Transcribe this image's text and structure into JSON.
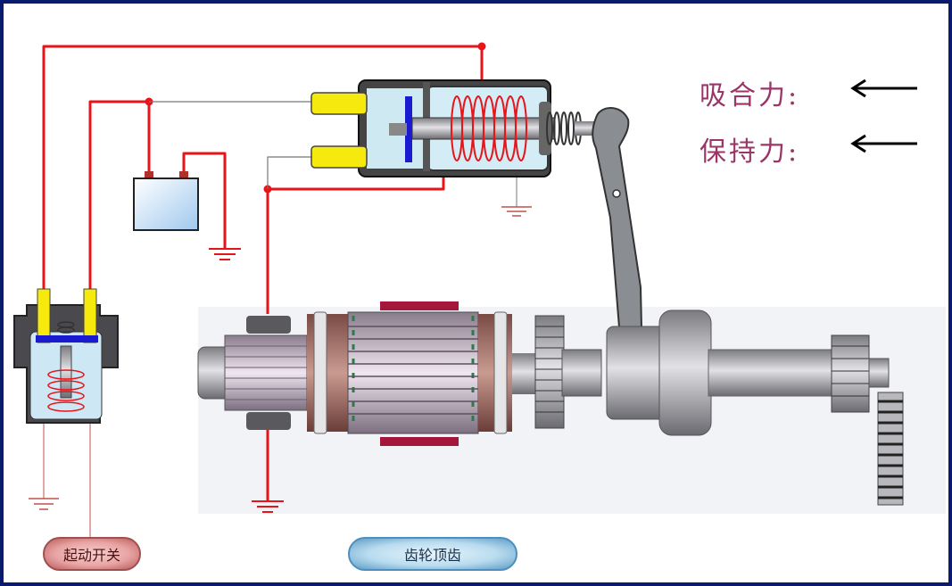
{
  "labels": {
    "suction_force": "吸合力:",
    "holding_force": "保持力:"
  },
  "buttons": {
    "start_switch": "起动开关",
    "gear_tooth_contact": "齿轮顶齿"
  },
  "colors": {
    "wire": "#e8141a",
    "frame": "#0a1a6e",
    "label": "#9a3568",
    "terminal_yellow": "#f5e90e",
    "armature": "#7a4a4a"
  },
  "icons": [
    "battery-icon",
    "ground-icon",
    "arrow-left-icon",
    "gear-icon",
    "coil-icon",
    "spring-icon"
  ]
}
